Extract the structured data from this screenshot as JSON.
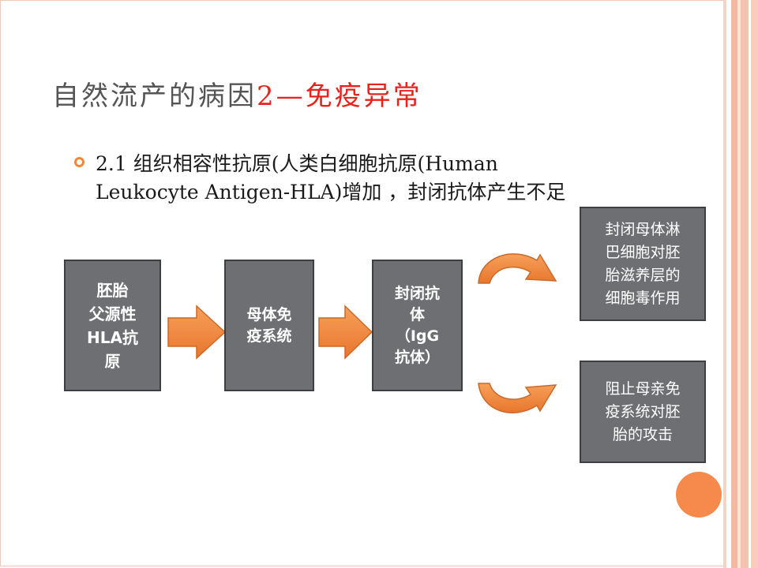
{
  "slide": {
    "title_main": "自然流产的病因",
    "title_accent": "2—免疫异常",
    "accent_color": "#e8231b",
    "bullet_color": "#f0883c"
  },
  "bullet": {
    "line1": "2.1 组织相容性抗原(人类白细胞抗原(Human",
    "line2": "Leukocyte Antigen-HLA)增加 ，封闭抗体产生不足"
  },
  "flow": {
    "box1": [
      "胚胎",
      "父源性",
      "HLA抗",
      "原"
    ],
    "box2": [
      "母体免",
      "疫系统"
    ],
    "box3": [
      "封闭抗",
      "体",
      "（IgG",
      "抗体）"
    ],
    "result_top": [
      "封闭母体淋",
      "巴细胞对胚",
      "胎滋养层的",
      "细胞毒作用"
    ],
    "result_bottom": [
      "阻止母亲免",
      "疫系统对胚",
      "胎的攻击"
    ],
    "box_color": "#6d6f73",
    "arrow_color": "#f0883c"
  }
}
